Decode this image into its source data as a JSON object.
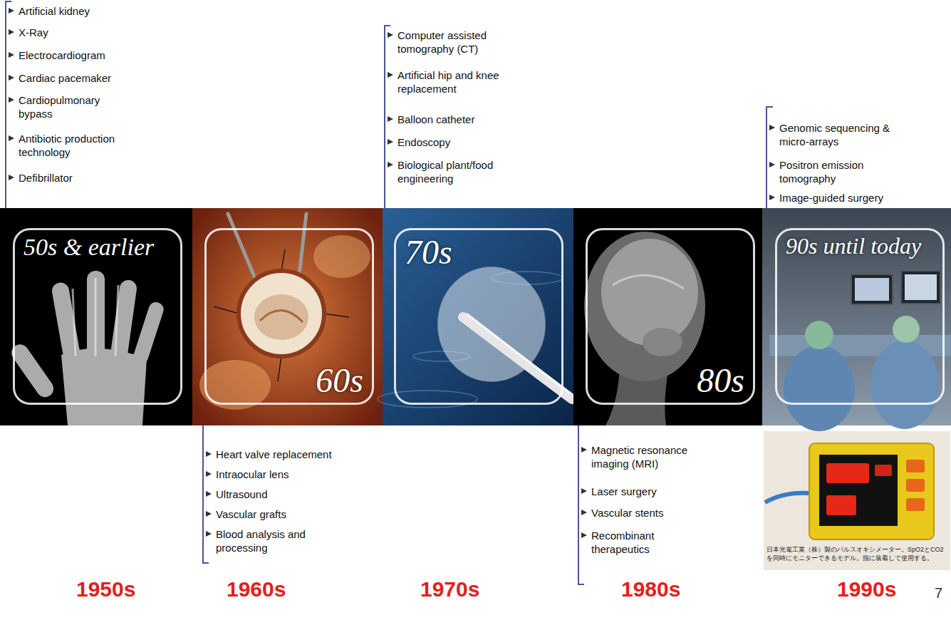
{
  "diagram": {
    "nodes": [
      {
        "text": [
          "50s & earlier"
        ]
      },
      {
        "text": [
          "60s"
        ]
      },
      {
        "text": [
          "70s"
        ]
      },
      {
        "text": [
          "80s"
        ]
      },
      {
        "text": [
          "90s until today"
        ]
      }
    ],
    "labels": [
      "Artificial kidney",
      "X-Ray",
      "Electrocardiogram",
      "Cardiac pacemaker",
      "Cardiopulmonary bypass",
      "Antibiotic production technology",
      "Defibrillator",
      "Computer assisted tomography (CT)",
      "Artificial hip and knee replacement",
      "Balloon catheter",
      "Endoscopy",
      "Biological plant/food engineering",
      "Genomic sequencing & micro-arrays",
      "Positron emission tomography",
      "Image-guided surgery",
      "Heart valve replacement",
      "Intraocular lens",
      "Ultrasound",
      "Vascular grafts",
      "Blood analysis and processing",
      "Magnetic resonance imaging (MRI)",
      "Laser surgery",
      "Vascular stents",
      "Recombinant therapeutics",
      "1950s",
      "1960s",
      "1970s",
      "1980s",
      "1990s",
      "7",
      "日本光電工業（株）製のパルスオキシメーター。SpO2とCO2を同時にモニターできるモデル。指に装着して使用する。"
    ]
  }
}
